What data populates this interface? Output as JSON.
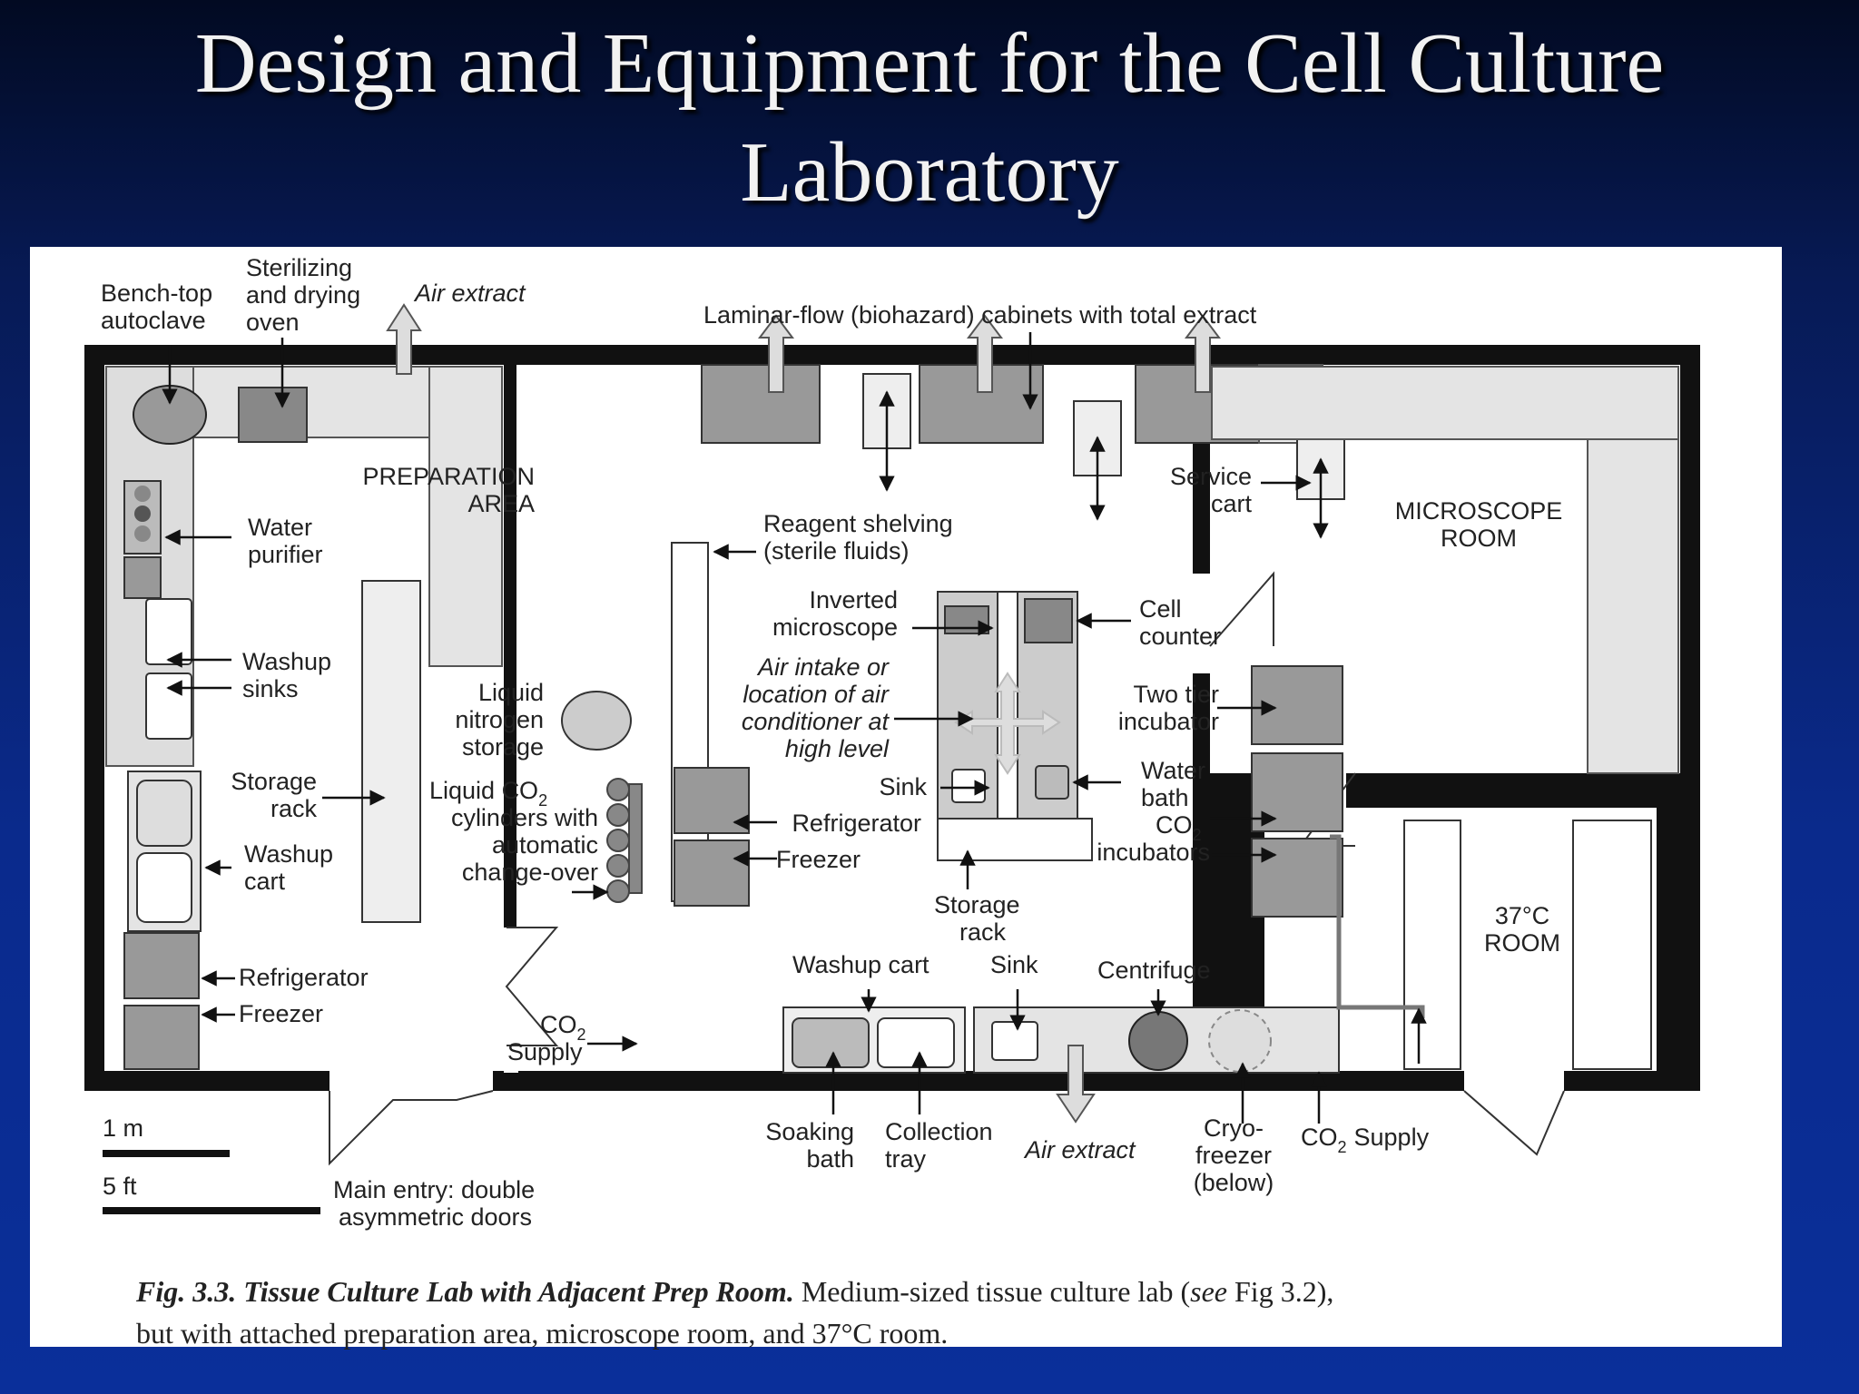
{
  "slide": {
    "title_line1": "Design and Equipment for the Cell  Culture",
    "title_line2": "Laboratory"
  },
  "figure": {
    "labels": {
      "bench_top_autoclave": [
        "Bench-top",
        "autoclave"
      ],
      "sterilizing_oven": [
        "Sterilizing",
        "and drying",
        "oven"
      ],
      "air_extract_top": "Air extract",
      "laminar_flow": "Laminar-flow (biohazard) cabinets with total extract",
      "preparation_area": [
        "PREPARATION",
        "AREA"
      ],
      "water_purifier": [
        "Water",
        "purifier"
      ],
      "washup_sinks": [
        "Washup",
        "sinks"
      ],
      "storage_rack_prep": [
        "Storage",
        "rack"
      ],
      "washup_cart_prep": [
        "Washup",
        "cart"
      ],
      "refrigerator_prep": "Refrigerator",
      "freezer_prep": "Freezer",
      "liquid_nitrogen": [
        "Liquid",
        "nitrogen",
        "storage"
      ],
      "liquid_co2": [
        "Liquid CO",
        "cylinders with",
        "automatic",
        "change-over"
      ],
      "co2_supply_prep": [
        "CO",
        "Supply"
      ],
      "reagent_shelving": [
        "Reagent shelving",
        "(sterile fluids)"
      ],
      "service_cart": [
        "Service",
        "cart"
      ],
      "microscope_room": [
        "MICROSCOPE",
        "ROOM"
      ],
      "inverted_microscope": [
        "Inverted",
        "microscope"
      ],
      "air_intake": [
        "Air intake or",
        "location of air",
        "conditioner at",
        "high level"
      ],
      "cell_counter": [
        "Cell",
        "counter"
      ],
      "two_tier_incubator": [
        "Two tier",
        "incubator"
      ],
      "sink_centre": "Sink",
      "refrigerator_lab": "Refrigerator",
      "freezer_lab": "Freezer",
      "water_bath": [
        "Water",
        "bath"
      ],
      "co2_incubators": [
        "CO",
        "incubators"
      ],
      "storage_rack_lab": [
        "Storage",
        "rack"
      ],
      "room_37": [
        "37°C",
        "ROOM"
      ],
      "washup_cart_lab": "Washup cart",
      "sink_bottom": "Sink",
      "centrifuge": "Centrifuge",
      "soaking_bath": [
        "Soaking",
        "bath"
      ],
      "collection_tray": [
        "Collection",
        "tray"
      ],
      "air_extract_bottom": "Air extract",
      "cryo_freezer": [
        "Cryo-",
        "freezer",
        "(below)"
      ],
      "co2_supply_bottom": [
        "CO",
        "Supply"
      ],
      "subscript_2": "2",
      "scale_1m": "1 m",
      "scale_5ft": "5 ft",
      "main_entry": [
        "Main entry: double",
        "asymmetric doors"
      ]
    },
    "caption": {
      "lead": "Fig. 3.3.  Tissue Culture Lab with Adjacent Prep Room.",
      "text_1": " Medium-sized tissue culture lab (",
      "see": "see",
      "text_2": " Fig 3.2),",
      "line2": "but with attached preparation area, microscope room, and 37°C room."
    }
  }
}
